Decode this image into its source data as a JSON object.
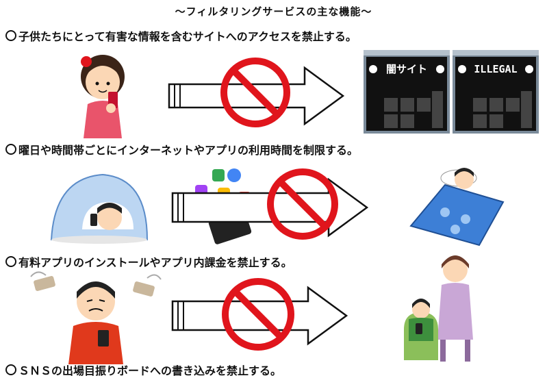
{
  "title": "～フィルタリングサービスの主な機能～",
  "rows": [
    {
      "label": "子供たちにとって有害な情報を含むサイトへのアクセスを禁止する。"
    },
    {
      "label": "曜日や時間帯ごとにインターネットやアプリの利用時間を制限する。"
    },
    {
      "label": "有料アプリのインストールやアプリ内課金を禁止する。"
    },
    {
      "label": "ＳＮＳの出場目振りボードへの書き込みを禁止する。"
    }
  ],
  "screens": [
    {
      "title": "闇サイト"
    },
    {
      "title": "ILLEGAL"
    }
  ],
  "colors": {
    "prohibit": "#e0151c",
    "arrow": "#111111",
    "blanket": "#3d7fd6"
  }
}
